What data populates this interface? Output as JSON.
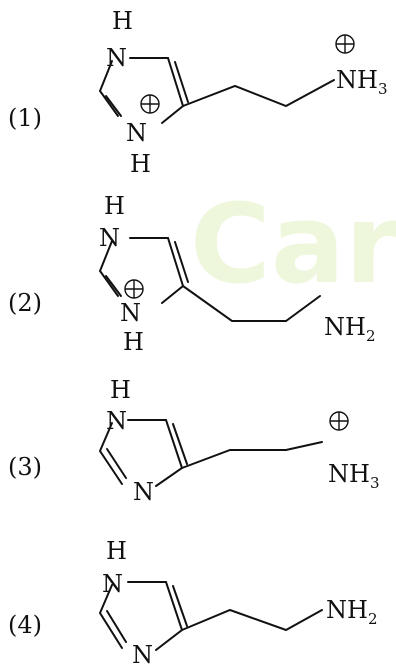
{
  "watermark": {
    "text": "Car",
    "color": "#eef7dc"
  },
  "structures": [
    {
      "label": "(1)",
      "ring_top_h": "H",
      "ring_top_n": "N",
      "ring_bot_n": "N",
      "ring_bot_h": "H",
      "ring_charge": true,
      "amine": "NH",
      "amine_sub": "3",
      "amine_charge": true
    },
    {
      "label": "(2)",
      "ring_top_h": "H",
      "ring_top_n": "N",
      "ring_bot_n": "N",
      "ring_bot_h": "H",
      "ring_charge": true,
      "amine": "NH",
      "amine_sub": "2",
      "amine_charge": false
    },
    {
      "label": "(3)",
      "ring_top_h": "H",
      "ring_top_n": "N",
      "ring_bot_n": "N",
      "ring_bot_h": "",
      "ring_charge": false,
      "amine": "NH",
      "amine_sub": "3",
      "amine_charge": true
    },
    {
      "label": "(4)",
      "ring_top_h": "H",
      "ring_top_n": "N",
      "ring_bot_n": "N",
      "ring_bot_h": "",
      "ring_charge": false,
      "amine": "NH",
      "amine_sub": "2",
      "amine_charge": false
    }
  ]
}
